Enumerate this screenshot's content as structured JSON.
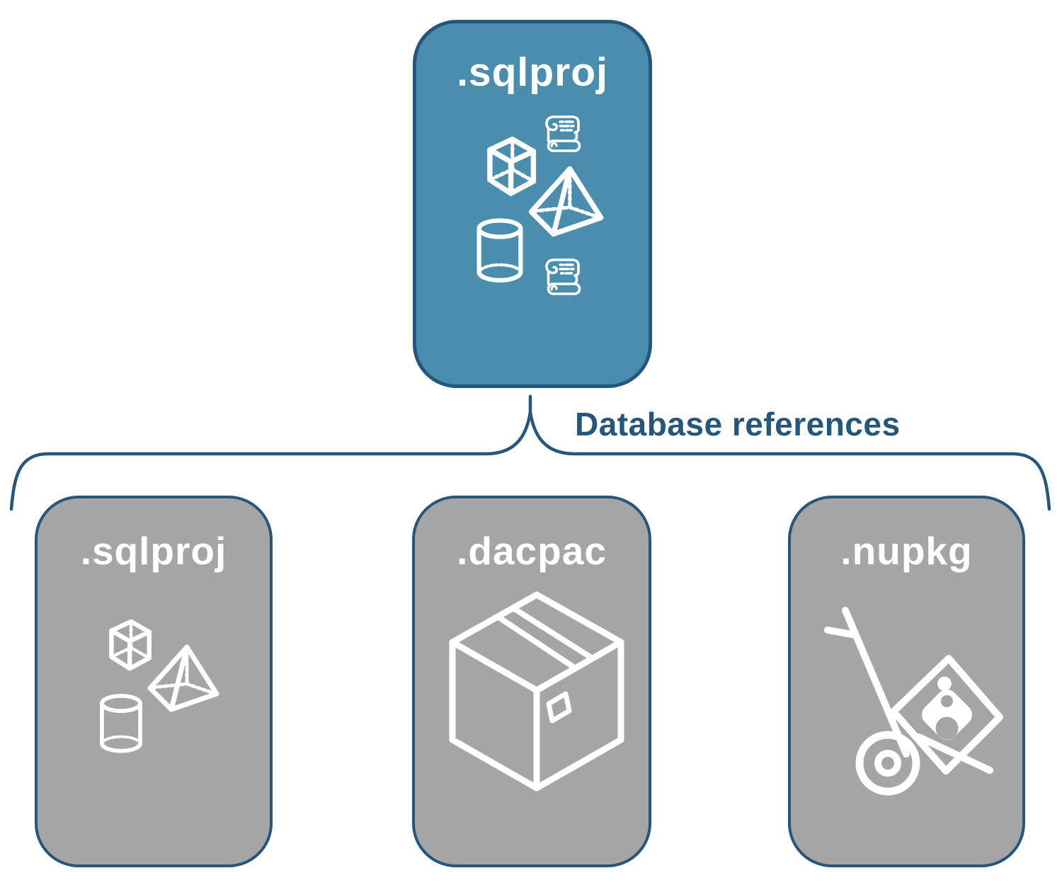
{
  "diagram": {
    "root_node": {
      "label": ".sqlproj",
      "icons": [
        "script-scroll-icon",
        "cube-icon",
        "pyramid-icon",
        "cylinder-icon",
        "script-scroll-icon"
      ]
    },
    "connector_label": "Database references",
    "child_nodes": [
      {
        "label": ".sqlproj",
        "icon": "sql-database-objects-icon"
      },
      {
        "label": ".dacpac",
        "icon": "package-box-icon"
      },
      {
        "label": ".nupkg",
        "icon": "nuget-hand-truck-icon"
      }
    ],
    "colors": {
      "root_fill": "#4A8DAD",
      "child_fill": "#A5A5A5",
      "outline": "#26567C",
      "label_text": "#27567B",
      "icon_stroke": "#FFFFFF",
      "background": "#FFFFFF"
    }
  }
}
